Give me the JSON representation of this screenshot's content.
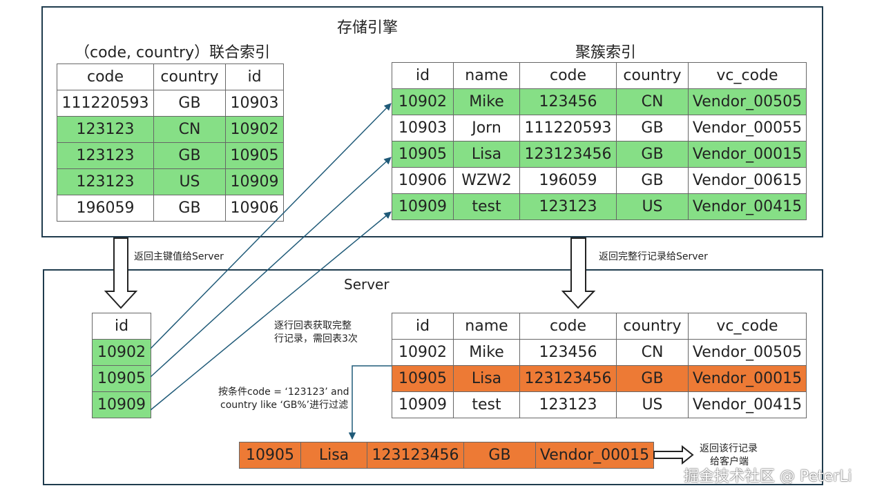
{
  "storage_engine": {
    "title": "存储引擎",
    "index_title": "（code, country）联合索引",
    "index_table": {
      "headers": [
        "code",
        "country",
        "id"
      ],
      "rows": [
        {
          "cells": [
            "111220593",
            "GB",
            "10903"
          ],
          "highlight": "none"
        },
        {
          "cells": [
            "123123",
            "CN",
            "10902"
          ],
          "highlight": "green"
        },
        {
          "cells": [
            "123123",
            "GB",
            "10905"
          ],
          "highlight": "green"
        },
        {
          "cells": [
            "123123",
            "US",
            "10909"
          ],
          "highlight": "green"
        },
        {
          "cells": [
            "196059",
            "GB",
            "10906"
          ],
          "highlight": "none"
        }
      ]
    },
    "clustered_title": "聚簇索引",
    "clustered_table": {
      "headers": [
        "id",
        "name",
        "code",
        "country",
        "vc_code"
      ],
      "rows": [
        {
          "cells": [
            "10902",
            "Mike",
            "123456",
            "CN",
            "Vendor_00505"
          ],
          "highlight": "green"
        },
        {
          "cells": [
            "10903",
            "Jorn",
            "111220593",
            "GB",
            "Vendor_00055"
          ],
          "highlight": "none"
        },
        {
          "cells": [
            "10905",
            "Lisa",
            "123123456",
            "GB",
            "Vendor_00015"
          ],
          "highlight": "green"
        },
        {
          "cells": [
            "10906",
            "WZW2",
            "196059",
            "GB",
            "Vendor_00615"
          ],
          "highlight": "none"
        },
        {
          "cells": [
            "10909",
            "test",
            "123123",
            "US",
            "Vendor_00415"
          ],
          "highlight": "green"
        }
      ]
    }
  },
  "arrows": {
    "return_pk": "返回主键值给Server",
    "return_full": "返回完整行记录给Server",
    "back_table_line1": "逐行回表获取完整",
    "back_table_line2": "行记录，需回表3次",
    "filter_line1": "按条件code = ‘123123’ and",
    "filter_line2": "country like ‘GB%’进行过滤",
    "return_client_line1": "返回该行记录",
    "return_client_line2": "给客户端"
  },
  "server": {
    "title": "Server",
    "id_table": {
      "header": "id",
      "rows": [
        "10902",
        "10905",
        "10909"
      ]
    },
    "records_table": {
      "headers": [
        "id",
        "name",
        "code",
        "country",
        "vc_code"
      ],
      "rows": [
        {
          "cells": [
            "10902",
            "Mike",
            "123456",
            "CN",
            "Vendor_00505"
          ],
          "highlight": "none"
        },
        {
          "cells": [
            "10905",
            "Lisa",
            "123123456",
            "GB",
            "Vendor_00015"
          ],
          "highlight": "orange"
        },
        {
          "cells": [
            "10909",
            "test",
            "123123",
            "US",
            "Vendor_00415"
          ],
          "highlight": "none"
        }
      ]
    },
    "result_row": [
      "10905",
      "Lisa",
      "123123456",
      "GB",
      "Vendor_00015"
    ]
  },
  "watermark": "掘金技术社区 @ PeterLi",
  "colors": {
    "green": "#86df86",
    "orange": "#ed7a35",
    "frame": "#1f3b4d",
    "arrow": "#1f5a78"
  }
}
